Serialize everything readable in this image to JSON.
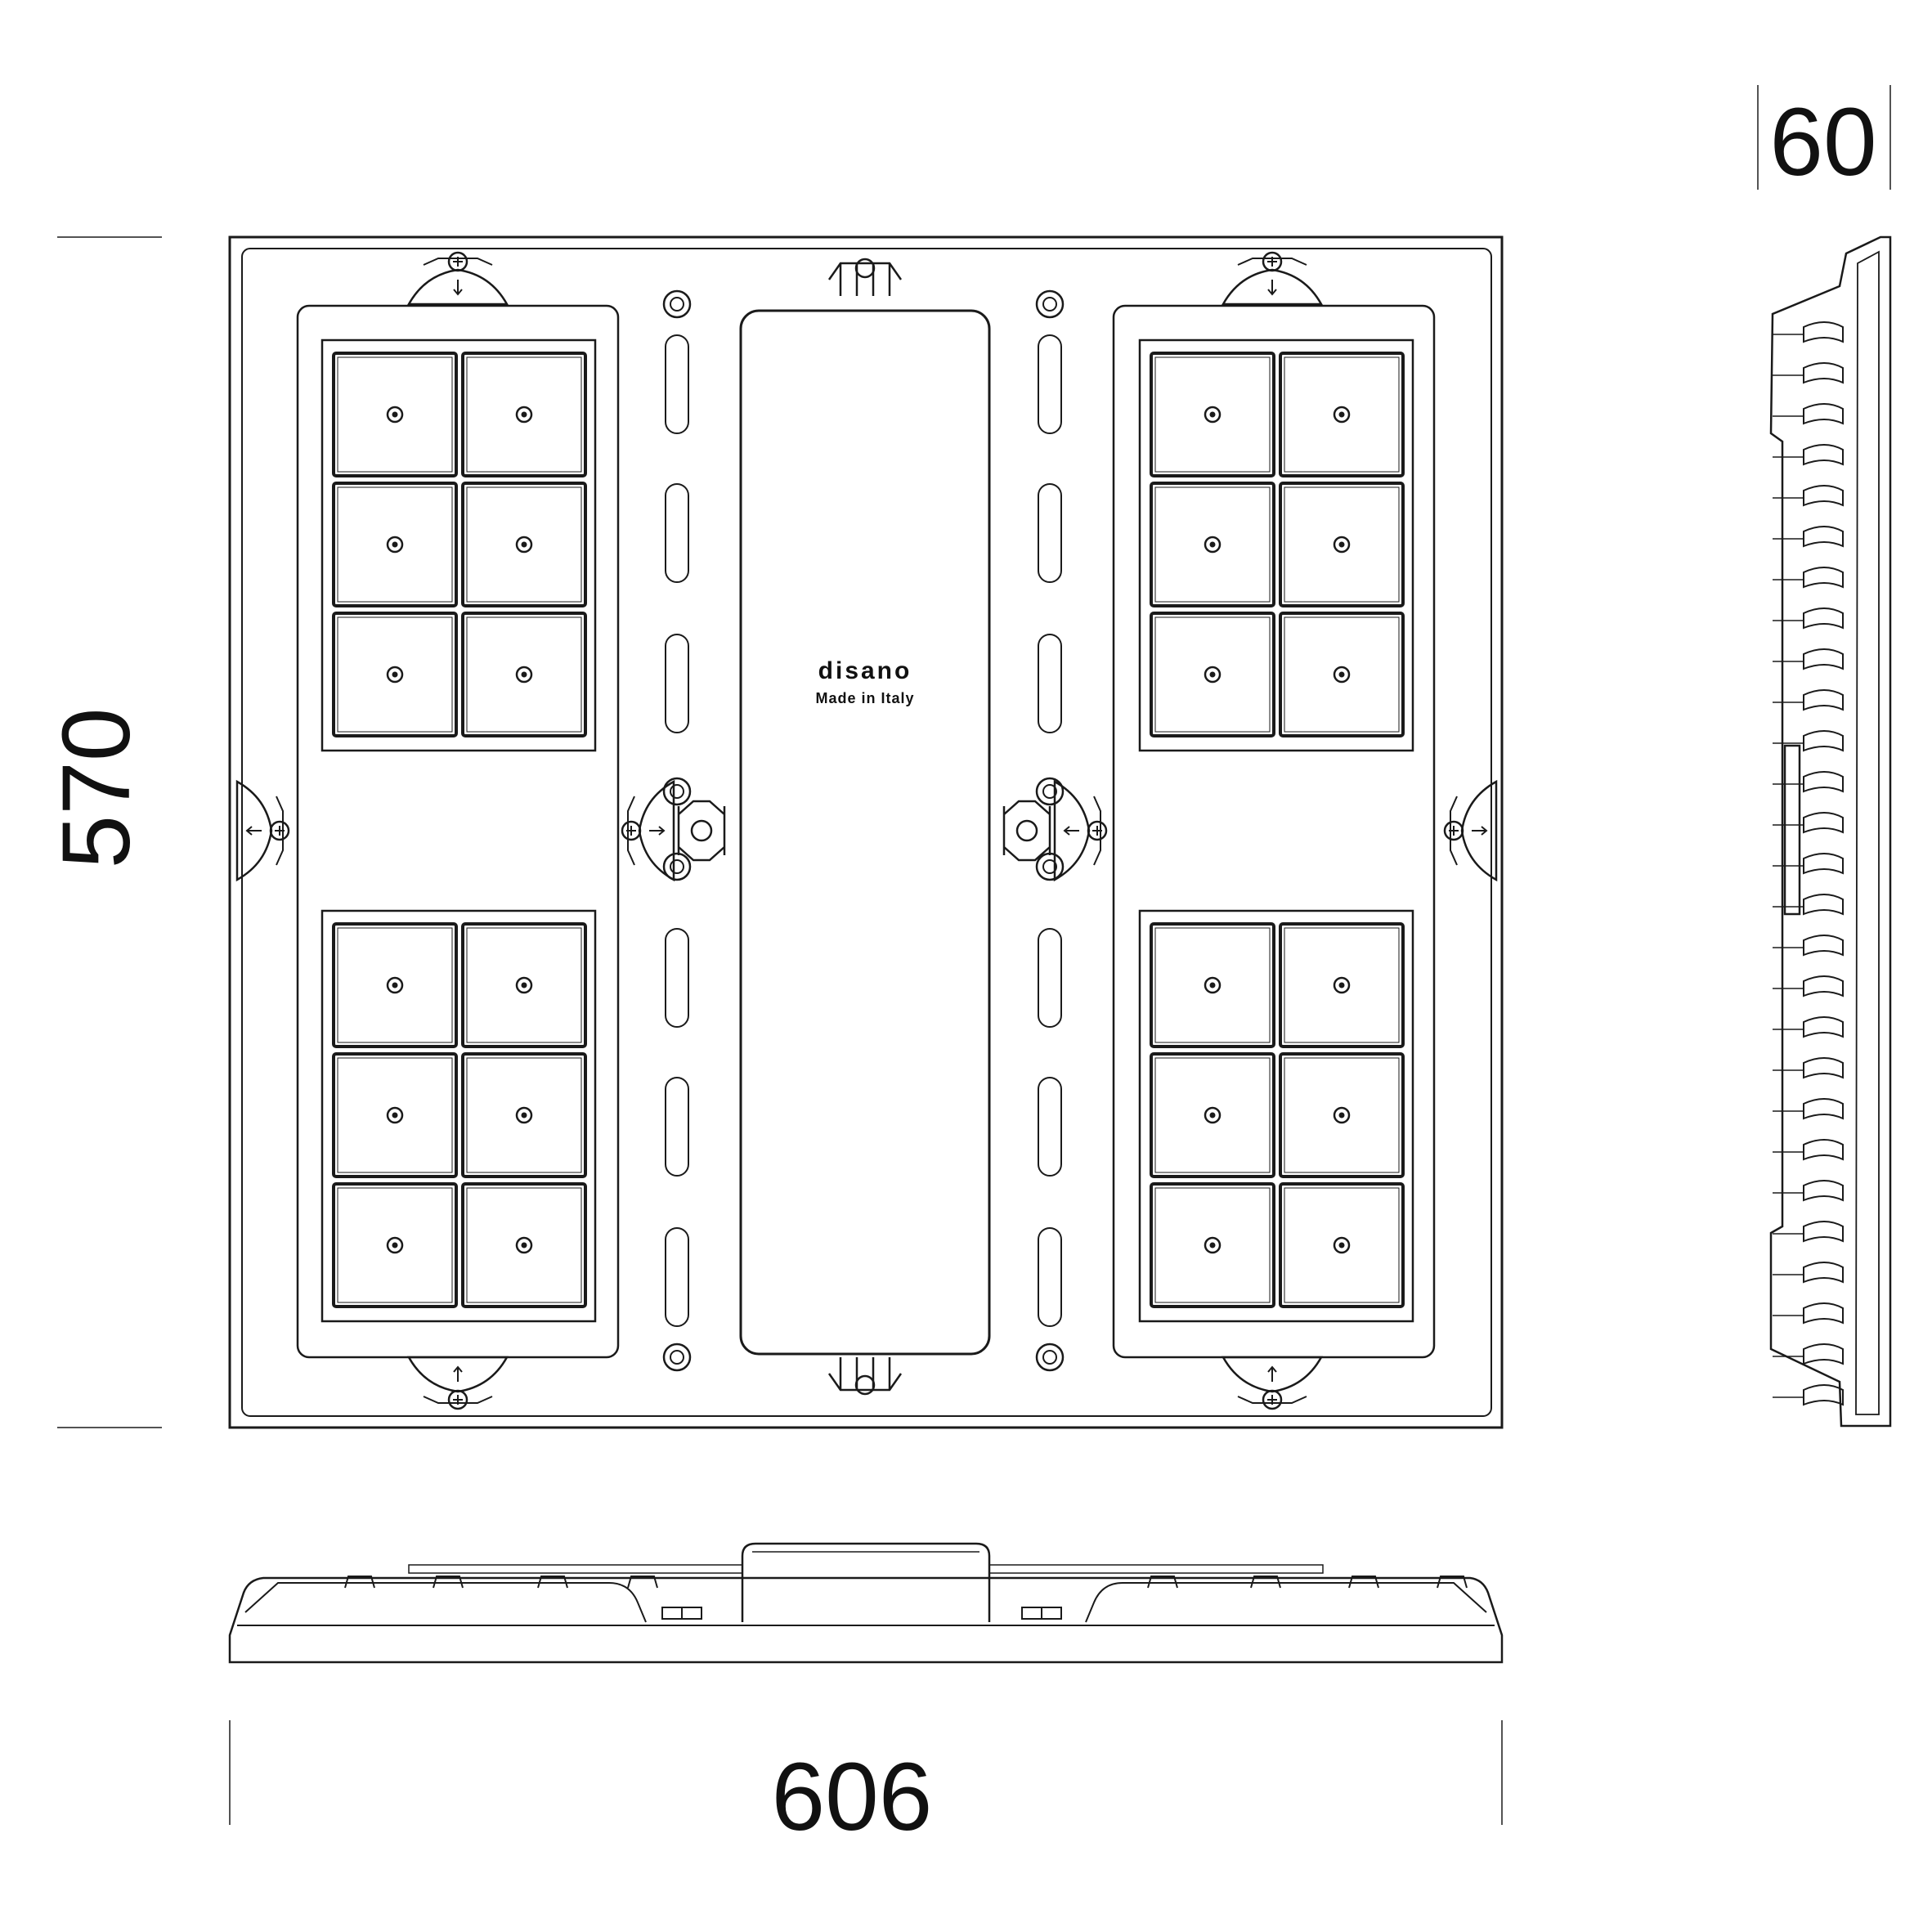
{
  "dimensions": {
    "height": "570",
    "width": "606",
    "depth": "60"
  },
  "brand": {
    "logo_text": "disano",
    "origin": "Made in Italy"
  },
  "led_modules": {
    "module_count": 4,
    "cells_per_module": 6
  }
}
